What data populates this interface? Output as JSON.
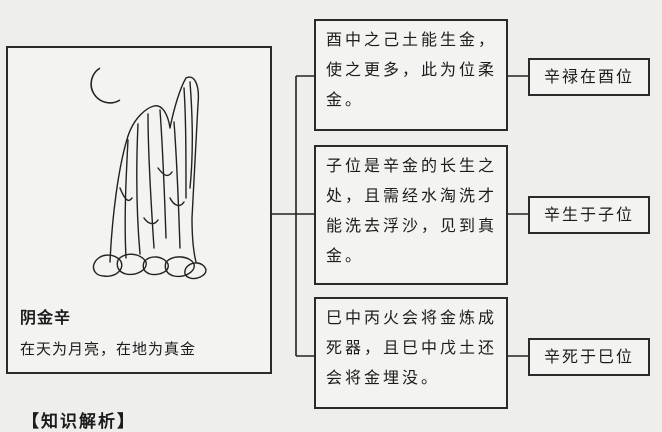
{
  "panel": {
    "title": "阴金辛",
    "subtitle": "在天为月亮，在地为真金"
  },
  "boxes": [
    {
      "text": "酉中之己土能生金，使之更多，此为位柔金。",
      "label": "辛禄在酉位"
    },
    {
      "text": "子位是辛金的长生之处，且需经水淘洗才能洗去浮沙，见到真金。",
      "label": "辛生于子位"
    },
    {
      "text": "巳中丙火会将金炼成死器，且巳中戊土还会将金埋没。",
      "label": "辛死于巳位"
    }
  ],
  "footer": {
    "text": "【知识解析】"
  }
}
